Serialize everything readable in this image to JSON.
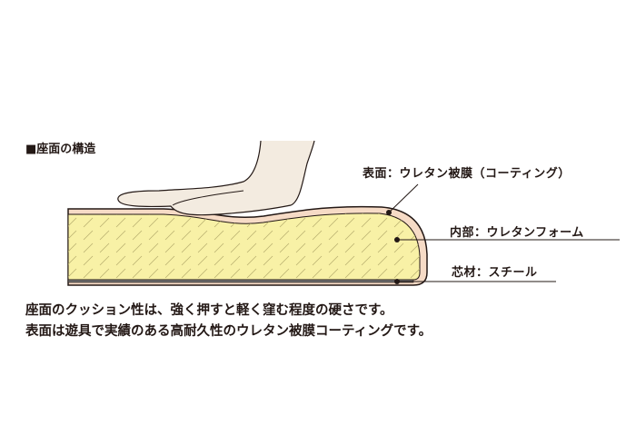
{
  "title": "■座面の構造",
  "labels": {
    "surface": "表面：ウレタン被膜（コーティング）",
    "inner": "内部：ウレタンフォーム",
    "core": "芯材：スチール"
  },
  "description": [
    "座面のクッション性は、強く押すと軽く窪む程度の硬さです。",
    "表面は遊具で実績のある高耐久性のウレタン被膜コーティングです。"
  ],
  "colors": {
    "foam": "#f8f1a6",
    "coating": "#f6dbc6",
    "hand": "#f3ebe0",
    "steel": "#6e6e6e",
    "line": "#231815"
  }
}
